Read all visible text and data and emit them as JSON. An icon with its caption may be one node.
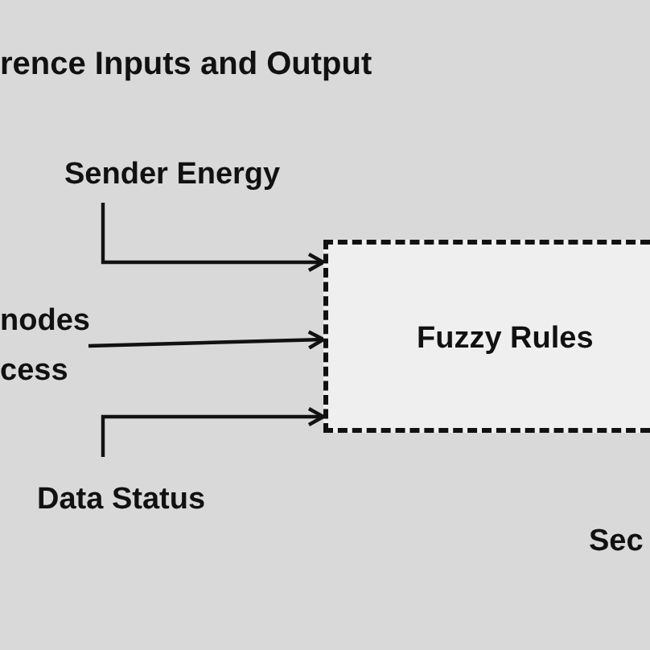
{
  "diagram": {
    "title": "rence Inputs and Output",
    "nodes": [
      {
        "text": [
          "Sender Energy"
        ]
      },
      {
        "text": [
          "nodes cess"
        ]
      },
      {
        "text": [
          "Fuzzy Rules"
        ]
      },
      {
        "text": [
          "Data Status"
        ]
      }
    ],
    "edges": [
      {
        "from": 0,
        "to": 2,
        "arrow": "to"
      },
      {
        "from": 1,
        "to": 2,
        "arrow": "to"
      },
      {
        "from": 3,
        "to": 2,
        "arrow": "to"
      }
    ],
    "labels": [
      "Sec"
    ]
  }
}
